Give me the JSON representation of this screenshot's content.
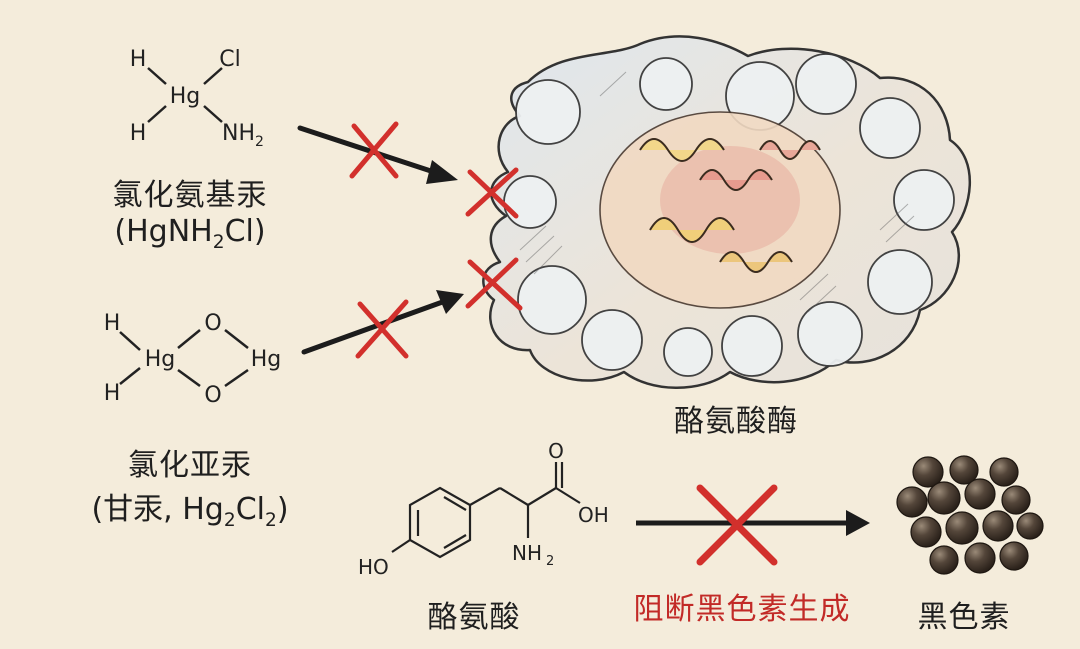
{
  "mercury_amide": {
    "name": "氯化氨基汞",
    "formula_prefix": "(HgNH",
    "formula_sub": "2",
    "formula_suffix": "Cl)",
    "atoms": {
      "h1": "H",
      "h2": "H",
      "hg": "Hg",
      "cl": "Cl",
      "nh": "NH",
      "nh_sub": "2"
    }
  },
  "calomel": {
    "name": "氯化亚汞",
    "formula_prefix": "(甘汞, Hg",
    "formula_sub1": "2",
    "formula_mid": "Cl",
    "formula_sub2": "2",
    "formula_suffix": ")",
    "atoms": {
      "h1": "H",
      "h2": "H",
      "hg1": "Hg",
      "hg2": "Hg",
      "o1": "O",
      "o2": "O"
    }
  },
  "enzyme": {
    "name": "酪氨酸酶"
  },
  "tyrosine": {
    "name": "酪氨酸",
    "atoms": {
      "ho": "HO",
      "oh": "OH",
      "o": "O",
      "nh": "NH",
      "nh_sub": "2"
    }
  },
  "block_text": "阻断黑色素生成",
  "melanin": {
    "name": "黑色素"
  },
  "colors": {
    "background": "#f4ecdb",
    "cross_red": "#d2302c",
    "arrow": "#1c1c1c",
    "label_red": "#c22a27",
    "melanin": "#4a3b2e"
  }
}
